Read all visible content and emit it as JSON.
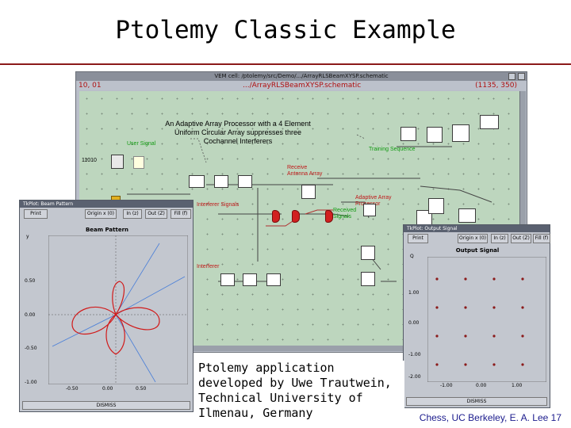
{
  "slide": {
    "title": "Ptolemy Classic Example",
    "caption": "Ptolemy application developed by Uwe Trautwein, Technical University of Ilmenau, Germany",
    "footer": "Chess, UC Berkeley, E. A. Lee  17"
  },
  "main_window": {
    "title": "VEM cell: /ptolemy/src/Demo/.../ArrayRLSBeamXYSP.schematic",
    "status_left": "10, 01",
    "status_center": ".../ArrayRLSBeamXYSP.schematic",
    "status_right": "(1135, 350)",
    "annotation": "An Adaptive Array Processor with a 4 Element Uniform Circular Array suppresses three Cochannel Interferers",
    "labels": {
      "user_signal": "User Signal",
      "training_sequence": "Training Sequence",
      "receive_antenna_array": "Receive Antenna Array",
      "interferer_signals": "Interferer Signals",
      "adaptive_array_processor": "Adaptive Array Processor",
      "received_signals": "Received Signals",
      "interferer": "Interferer",
      "bits": "11010"
    }
  },
  "beam_window": {
    "title": "TkPlot: Beam Pattern",
    "buttons": [
      "Print",
      "Origin x (0)",
      "In (z)",
      "Out (Z)",
      "Fill (f)"
    ],
    "heading": "Beam Pattern",
    "y_axis_label": "y",
    "y_ticks": [
      "0.50",
      "0.00",
      "-0.50",
      "-1.00"
    ],
    "x_ticks": [
      "-0.50",
      "0.00",
      "0.50"
    ],
    "dismiss": "DISMISS",
    "colors": {
      "pattern": "#d11a1a",
      "directions": "#4a7fd8"
    }
  },
  "output_window": {
    "title": "TkPlot: Output Signal",
    "buttons": [
      "Print",
      "Origin x (0)",
      "In (z)",
      "Out (Z)",
      "Fill (f)"
    ],
    "heading": "Output Signal",
    "y_axis_label": "Q",
    "y_ticks": [
      "1.00",
      "0.00",
      "-1.00",
      "-2.00"
    ],
    "x_ticks": [
      "-1.00",
      "0.00",
      "1.00"
    ],
    "dismiss": "DISMISS",
    "point_color": "#8b1a1a"
  }
}
